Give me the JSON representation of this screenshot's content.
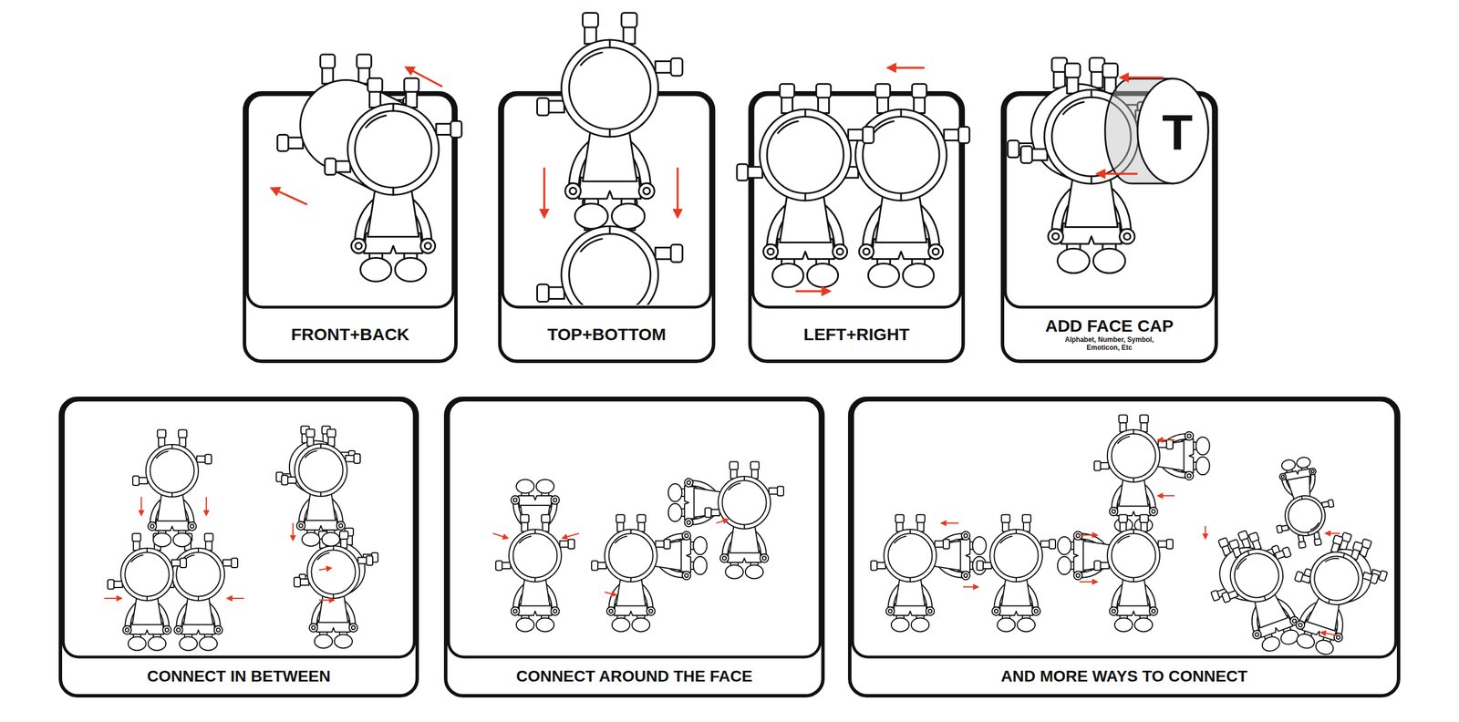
{
  "diagram": {
    "nodes": [
      {
        "text": [
          "FRONT+BACK"
        ]
      },
      {
        "text": [
          "TOP+BOTTOM"
        ]
      },
      {
        "text": [
          "LEFT+RIGHT"
        ]
      },
      {
        "text": [
          "ADD FACE CAP",
          "Alphabet, Number, Symbol, Emoticon, Etc"
        ]
      },
      {
        "text": [
          "CONNECT IN BETWEEN"
        ]
      },
      {
        "text": [
          "CONNECT AROUND THE FACE"
        ]
      },
      {
        "text": [
          "AND MORE WAYS TO CONNECT"
        ]
      }
    ],
    "labels": [
      "T"
    ]
  }
}
